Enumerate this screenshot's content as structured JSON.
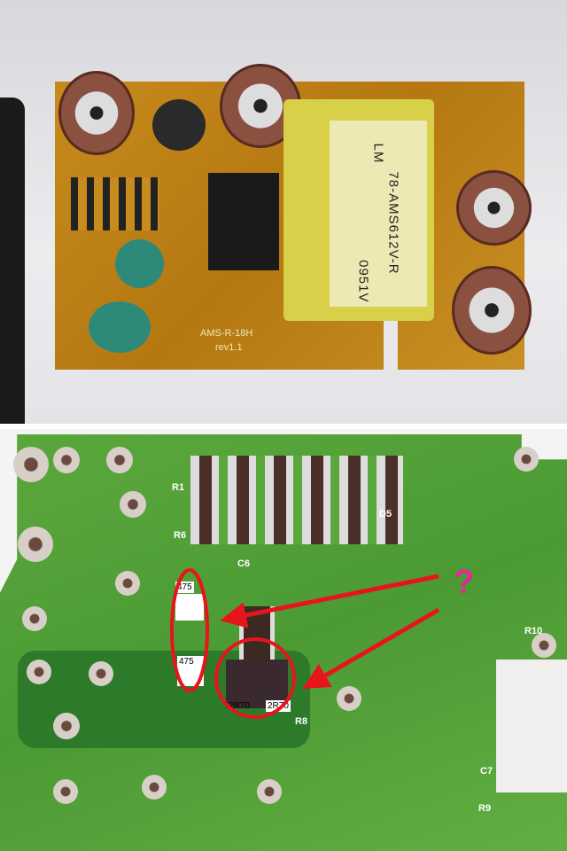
{
  "top_photo": {
    "transformer_marking": {
      "line1": "78-AMS612V-R",
      "line2": "LM",
      "line3": "0951V"
    },
    "board_silkscreen": {
      "model": "AMS-R-18H",
      "revision": "rev1.1"
    }
  },
  "bottom_photo": {
    "resistor_labels": [
      "475",
      "475"
    ],
    "sense_resistor_labels": [
      "2R70",
      "2R70"
    ],
    "question_mark": "?",
    "silkscreen": [
      "R1",
      "R6",
      "C6",
      "R10",
      "R8",
      "C7",
      "R9",
      "D5"
    ],
    "annotation_color": "#e8141c",
    "question_color": "#e0289a"
  }
}
